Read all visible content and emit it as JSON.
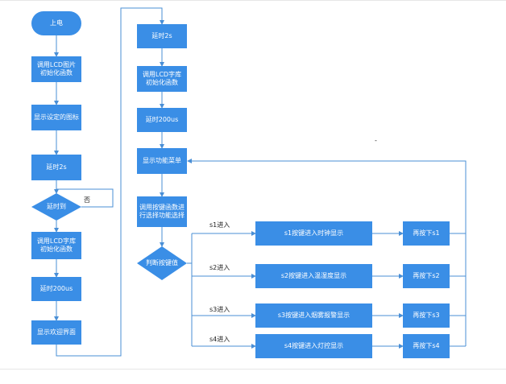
{
  "colors": {
    "node_fill": "#3a8ee6",
    "node_text": "#ffffff",
    "line": "#4a8fd6",
    "label_text": "#222222"
  },
  "nodes": {
    "power_on": "上电",
    "call_lcd_img_init": "调用LCD图片初始化函数",
    "show_set_image": "显示设定的图标",
    "delay_2s_a": "延时2s",
    "delay_reached": "延时到",
    "call_lcd_font_init_a": "调用LCD字库初始化函数",
    "delay_200us_a": "延时200us",
    "show_welcome": "显示欢迎界面",
    "delay_2s_b": "延时2s",
    "call_lcd_font_init_b": "调用LCD字库初始化函数",
    "delay_200us_b": "延时200us",
    "show_menu": "显示功能菜单",
    "call_key_func": "调用按键函数进行选择功能选择",
    "judge_key": "判断按键值",
    "s1_clock": "s1按键进入时钟显示",
    "s2_temp": "s2按键进入温湿度显示",
    "s3_smoke": "s3按键进入烟雾报警显示",
    "s4_light": "s4按键进入灯控显示",
    "press_s1": "再按下s1",
    "press_s2": "再按下s2",
    "press_s3": "再按下s3",
    "press_s4": "再按下s4"
  },
  "labels": {
    "no": "否",
    "s1_enter": "s1进入",
    "s2_enter": "s2进入",
    "s3_enter": "s3进入",
    "s4_enter": "s4进入",
    "dot": "-"
  }
}
